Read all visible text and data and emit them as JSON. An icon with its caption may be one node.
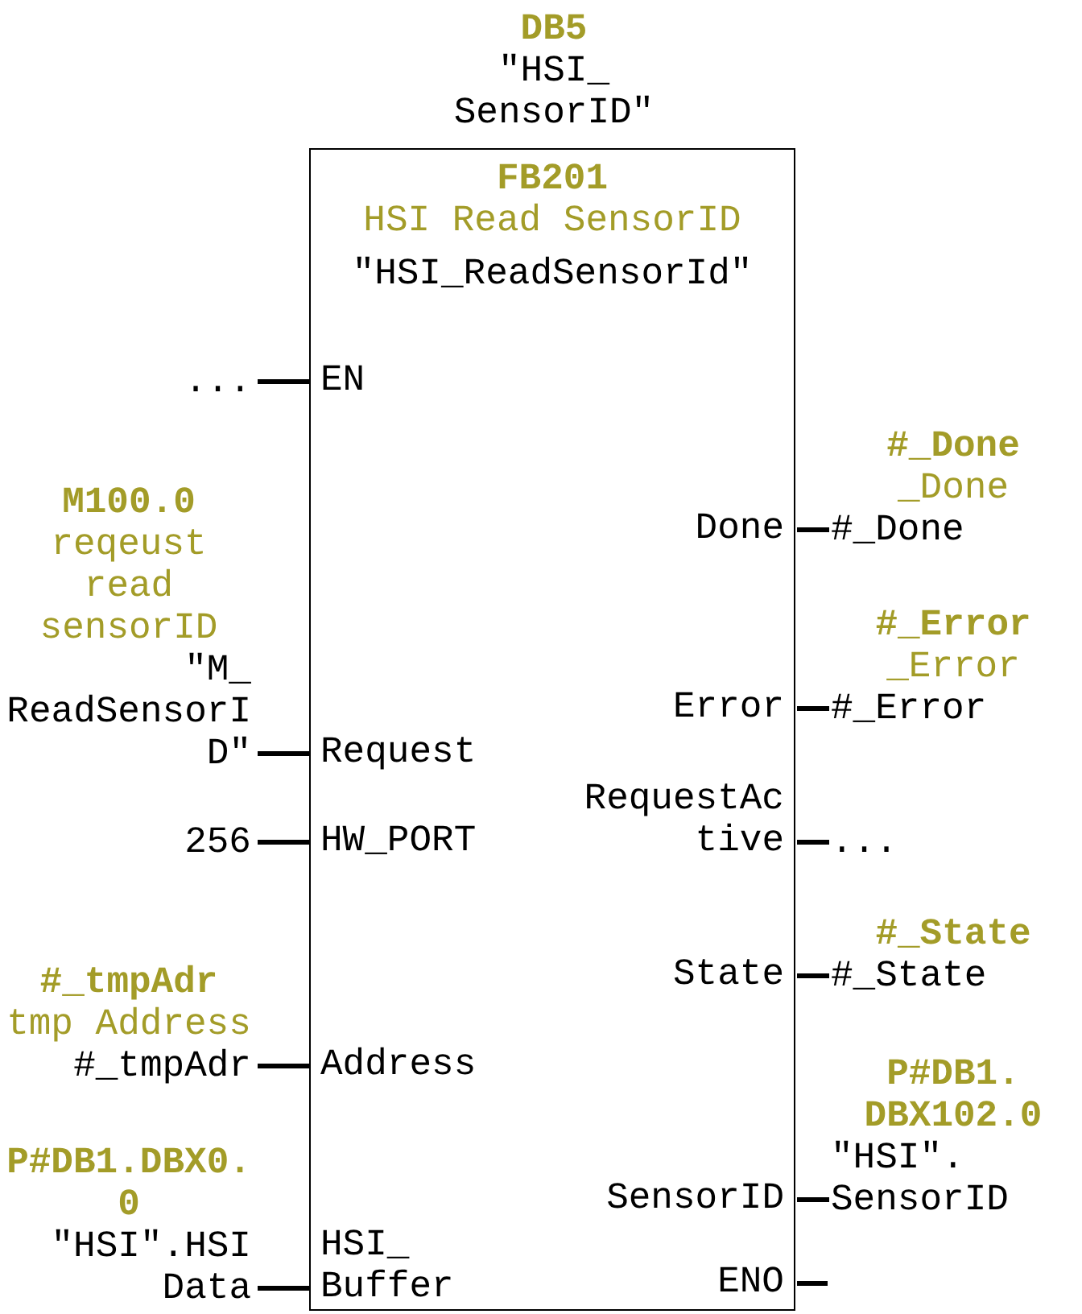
{
  "diagram": {
    "nodes": [
      {
        "text": [
          "FB201",
          "HSI Read SensorID",
          "\"HSI_ReadSensorId\""
        ],
        "beside": [
          "DB5",
          "\"HSI_SensorID\""
        ]
      },
      {
        "text": [
          "EN"
        ],
        "in": 0
      },
      {
        "text": [
          "Request"
        ],
        "in": 0
      },
      {
        "text": [
          "HW_PORT"
        ],
        "in": 0
      },
      {
        "text": [
          "Address"
        ],
        "in": 0
      },
      {
        "text": [
          "HSI_Buffer"
        ],
        "in": 0
      },
      {
        "text": [
          "Done"
        ],
        "in": 0
      },
      {
        "text": [
          "Error"
        ],
        "in": 0
      },
      {
        "text": [
          "RequestActive"
        ],
        "in": 0
      },
      {
        "text": [
          "State"
        ],
        "in": 0
      },
      {
        "text": [
          "SensorID"
        ],
        "in": 0
      },
      {
        "text": [
          "ENO"
        ],
        "in": 0
      },
      {
        "text": [
          "..."
        ]
      },
      {
        "text": [
          "M100.0",
          "reqeust read sensorID",
          "\"M_ReadSensorID\""
        ]
      },
      {
        "text": [
          "256"
        ]
      },
      {
        "text": [
          "#_tmpAdr",
          "tmp Address",
          "#_tmpAdr"
        ]
      },
      {
        "text": [
          "P#DB1.DBX0.0",
          "\"HSI\".HSI Data"
        ]
      },
      {
        "text": [
          "#_Done",
          "_Done",
          "#_Done"
        ]
      },
      {
        "text": [
          "#_Error",
          "_Error",
          "#_Error"
        ]
      },
      {
        "text": [
          "..."
        ]
      },
      {
        "text": [
          "#_State",
          "#_State"
        ]
      },
      {
        "text": [
          "P#DB1.DBX102.0",
          "\"HSI\".SensorID"
        ]
      }
    ],
    "edges": [
      {
        "from": 12,
        "to": 1,
        "arrow": "none"
      },
      {
        "from": 13,
        "to": 2,
        "arrow": "none"
      },
      {
        "from": 14,
        "to": 3,
        "arrow": "none"
      },
      {
        "from": 15,
        "to": 4,
        "arrow": "none"
      },
      {
        "from": 16,
        "to": 5,
        "arrow": "none"
      },
      {
        "from": 6,
        "to": 17,
        "arrow": "none"
      },
      {
        "from": 7,
        "to": 18,
        "arrow": "none"
      },
      {
        "from": 8,
        "to": 19,
        "arrow": "none"
      },
      {
        "from": 9,
        "to": 20,
        "arrow": "none"
      },
      {
        "from": 10,
        "to": 21,
        "arrow": "none"
      },
      {
        "from": 11,
        "to": null,
        "arrow": "none"
      }
    ]
  }
}
